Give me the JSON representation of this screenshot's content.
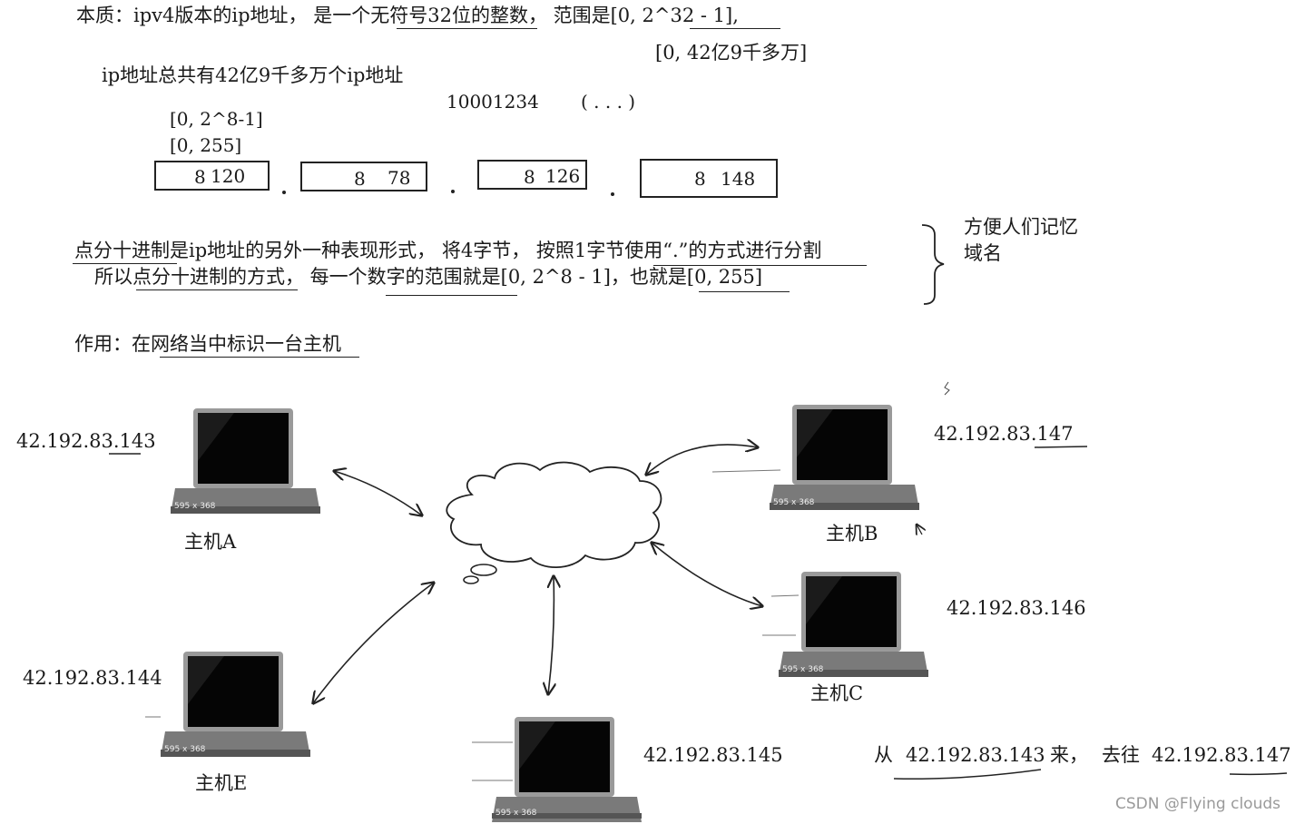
{
  "top": {
    "essence_text": "本质：ipv4版本的ip地址， 是一个无符号32位的整数， 范围是[0, 2^32 - 1],",
    "range_text": "[0, 42亿9千多万]",
    "total_text": "ip地址总共有42亿9千多万个ip地址",
    "binary_text": "10001234",
    "paren_text": "(    .    .    .    )",
    "byte_range_1": "[0, 2^8-1]",
    "byte_range_2": "[0, 255]"
  },
  "bytes": [
    {
      "bits": "8",
      "value": "120"
    },
    {
      "bits": "8",
      "value": "78"
    },
    {
      "bits": "8",
      "value": "126"
    },
    {
      "bits": "8",
      "value": "148"
    }
  ],
  "notes": {
    "line1": "点分十进制是ip地址的另外一种表现形式， 将4字节， 按照1字节使用“.”的方式进行分割",
    "line2": "所以点分十进制的方式， 每一个数字的范围就是[0, 2^8 - 1]，也就是[0, 255]",
    "side_line1": "方便人们记忆",
    "side_line2": "域名",
    "purpose": "作用：在网络当中标识一台主机"
  },
  "hosts": [
    {
      "name": "主机A",
      "ip": "42.192.83.143"
    },
    {
      "name": "主机B",
      "ip": "42.192.83.147"
    },
    {
      "name": "主机C",
      "ip": "42.192.83.146"
    },
    {
      "name": "主机E",
      "ip": "42.192.83.144"
    },
    {
      "name": "",
      "ip": "42.192.83.145"
    }
  ],
  "laptop_overlay": "595 x 368",
  "route": {
    "from_label": "从",
    "from_ip": "42.192.83.143",
    "mid_label": "来，",
    "to_label": "去往",
    "to_ip": "42.192.83.147"
  },
  "watermark": "CSDN @Flying  clouds",
  "colors": {
    "ink": "#1a1a1a",
    "screen": "#0a0a0a",
    "laptop_body": "#8a8a8a"
  }
}
